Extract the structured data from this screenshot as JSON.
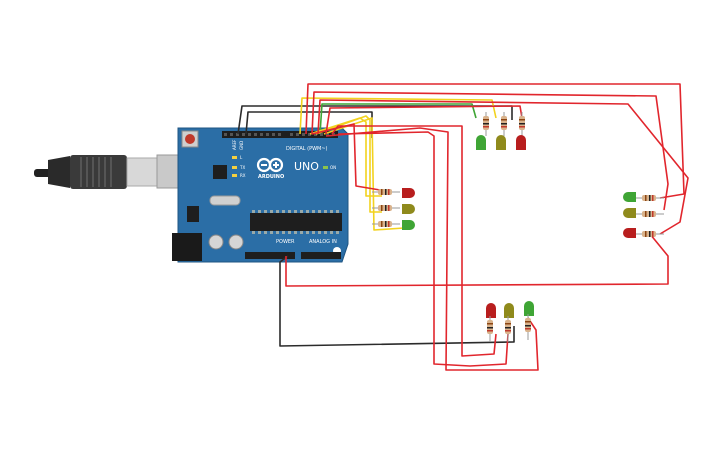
{
  "board": {
    "brand": "ARDUINO",
    "model": "UNO",
    "header_digital": "DIGITAL (PWM~)",
    "header_power": "POWER",
    "header_analog": "ANALOG IN",
    "label_aref": "AREF",
    "label_gnd": "GND",
    "label_l": "L",
    "label_tx": "TX",
    "label_rx": "RX",
    "label_on": "ON"
  },
  "colors": {
    "board": "#2b6ea6",
    "wire_red": "#e1262d",
    "wire_black": "#2b2b2b",
    "wire_yellow": "#f2d21e",
    "wire_green": "#3fa535",
    "led_red": "#b81e1e",
    "led_yellow": "#8f8a1c",
    "led_green": "#3fa535",
    "resistor": "#d9b38c"
  },
  "traffic_lights": [
    {
      "id": "top",
      "leds": [
        "green",
        "yellow",
        "red"
      ]
    },
    {
      "id": "right-of-board",
      "leds": [
        "red",
        "yellow",
        "green"
      ]
    },
    {
      "id": "far-right",
      "leds": [
        "green",
        "yellow",
        "red"
      ]
    },
    {
      "id": "bottom",
      "leds": [
        "red",
        "yellow",
        "green"
      ]
    }
  ]
}
